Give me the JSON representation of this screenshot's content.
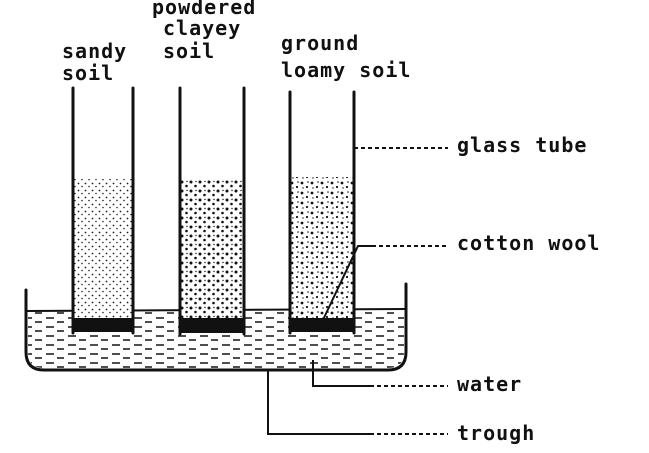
{
  "labels": {
    "sandy": [
      "sandy",
      "soil"
    ],
    "clayey": [
      "powdered",
      "clayey",
      "soil"
    ],
    "loamy": [
      "ground",
      "loamy soil"
    ],
    "glass_tube": "glass tube",
    "cotton_wool": "cotton wool",
    "water": "water",
    "trough": "trough"
  }
}
